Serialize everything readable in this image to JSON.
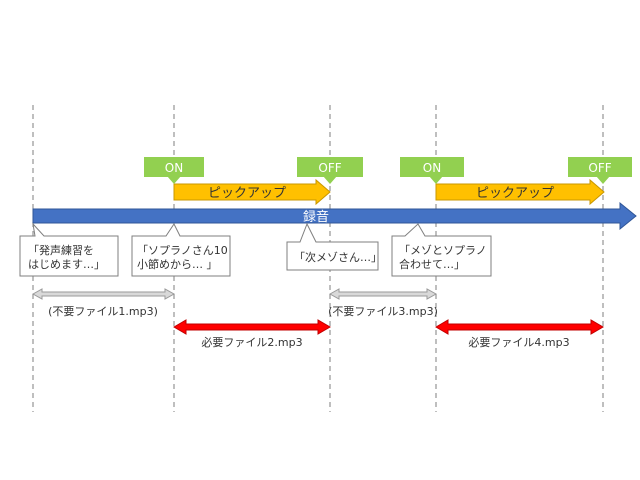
{
  "colors": {
    "guide_line": "#7f7f7f",
    "recording_bar": "#4472c4",
    "recording_bar_stroke": "#2f5597",
    "pickup_fill": "#ffc000",
    "pickup_stroke": "#c99700",
    "marker_fill": "#92d050",
    "marker_text": "#ffffff",
    "unneeded_arrow": "#d9d9d9",
    "unneeded_arrow_stroke": "#9a9a9a",
    "needed_arrow": "#ff0000",
    "needed_arrow_stroke": "#c00000",
    "callout_stroke": "#7f7f7f",
    "text": "#333333"
  },
  "markers": [
    {
      "label": "ON"
    },
    {
      "label": "OFF"
    },
    {
      "label": "ON"
    },
    {
      "label": "OFF"
    }
  ],
  "pickups": [
    {
      "label": "ピックアップ"
    },
    {
      "label": "ピックアップ"
    }
  ],
  "recording": {
    "label": "録音"
  },
  "callouts": [
    {
      "lines": [
        "「発声練習を",
        "はじめます…」"
      ]
    },
    {
      "lines": [
        "「ソプラノさん10",
        "小節めから… 」"
      ]
    },
    {
      "lines": [
        "「次メゾさん…」"
      ]
    },
    {
      "lines": [
        "「メゾとソプラノ",
        "合わせて…」"
      ]
    }
  ],
  "segments": [
    {
      "label": "(不要ファイル1.mp3)",
      "kind": "unneeded"
    },
    {
      "label": "必要ファイル2.mp3",
      "kind": "needed"
    },
    {
      "label": "(不要ファイル3.mp3)",
      "kind": "unneeded"
    },
    {
      "label": "必要ファイル4.mp3",
      "kind": "needed"
    }
  ]
}
